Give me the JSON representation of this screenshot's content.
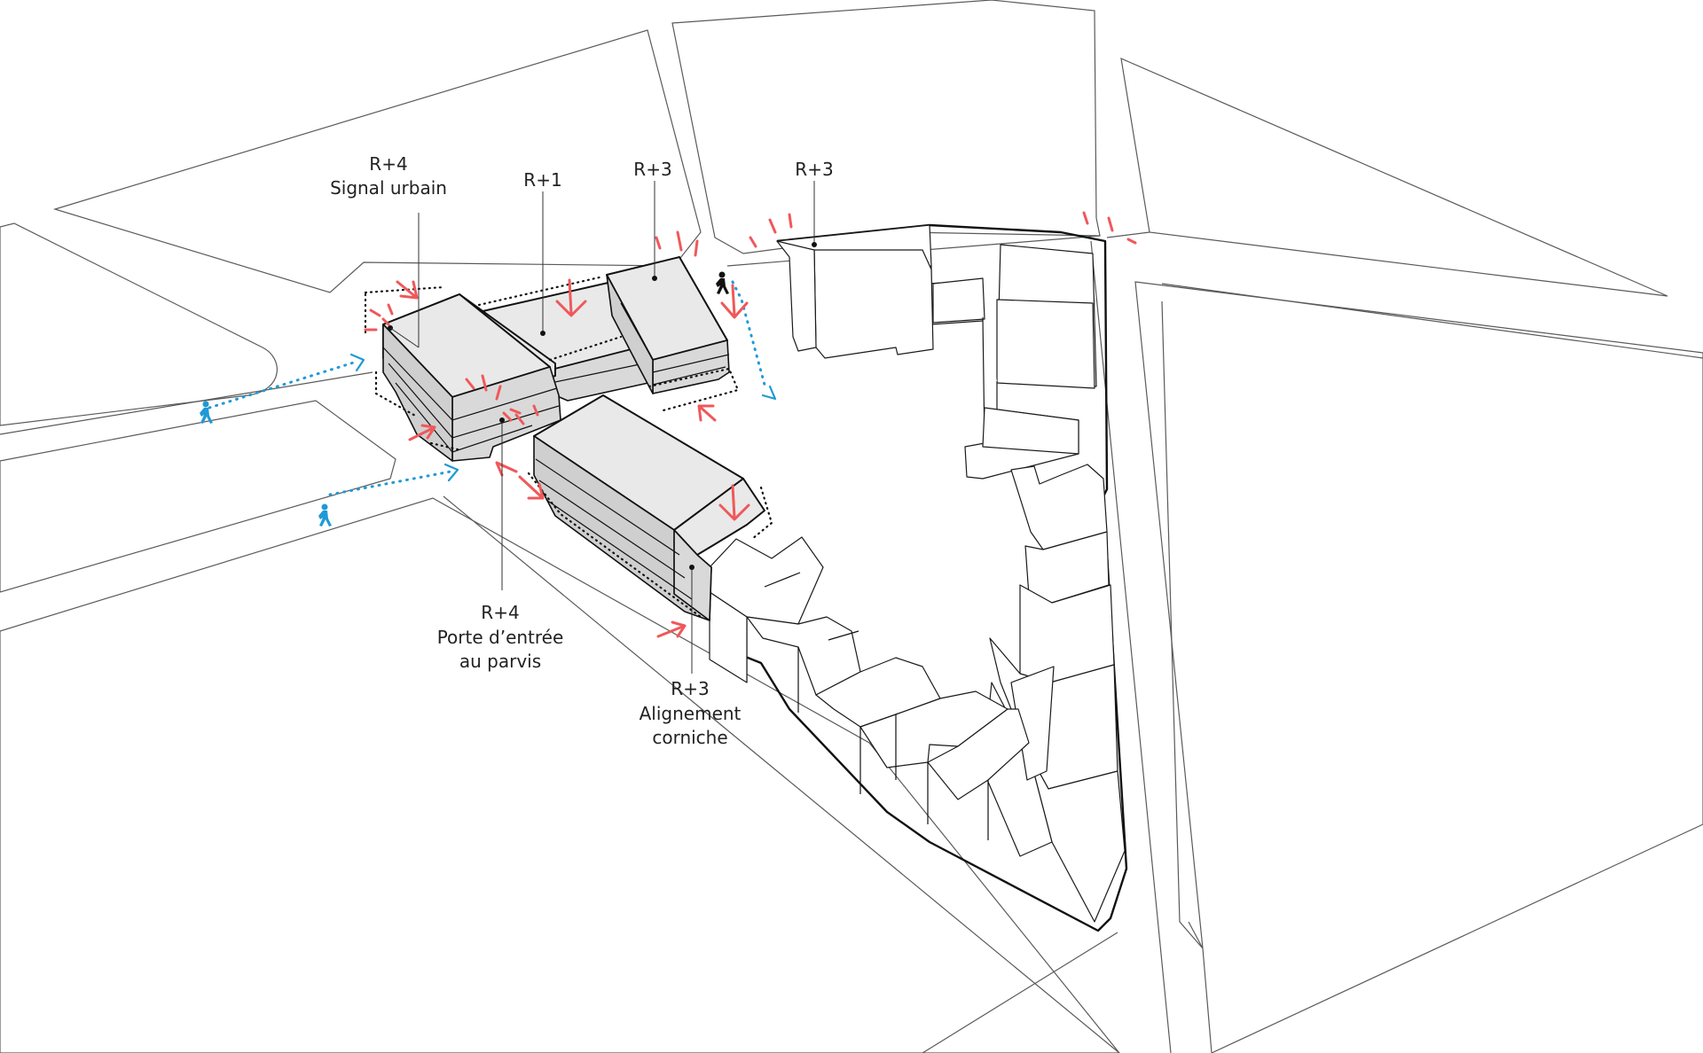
{
  "labels": {
    "signal_level": "R+4",
    "signal_text": "Signal urbain",
    "r1_level": "R+1",
    "r3a_level": "R+3",
    "r3b_level": "R+3",
    "porte_level": "R+4",
    "porte_line1": "Porte d’entrée",
    "porte_line2": "au parvis",
    "corniche_level": "R+3",
    "corniche_line1": "Alignement",
    "corniche_line2": "corniche"
  },
  "colors": {
    "accent_red": "#f0585a",
    "pedestrian_blue": "#1f9ad6",
    "roof_gray": "#e9e9e9"
  },
  "icons": [
    "pedestrian-icon",
    "arrow-icon",
    "viewpoint-tick-icon"
  ]
}
